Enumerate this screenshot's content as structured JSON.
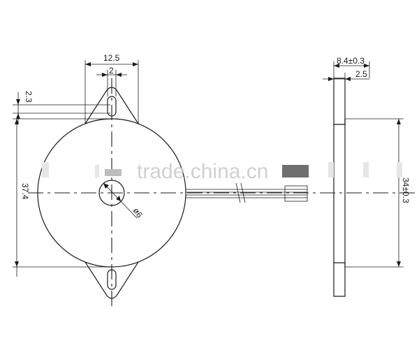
{
  "dimensions": {
    "width_top": "12.5",
    "slot_width": "2",
    "tab_height": "2.3",
    "diameter": "37.4",
    "hole": "ø6",
    "side_thickness": "8.4±0.3",
    "side_step": "2.5",
    "side_height": "34±0.3"
  },
  "watermark": {
    "text": "trade.china.cn"
  }
}
